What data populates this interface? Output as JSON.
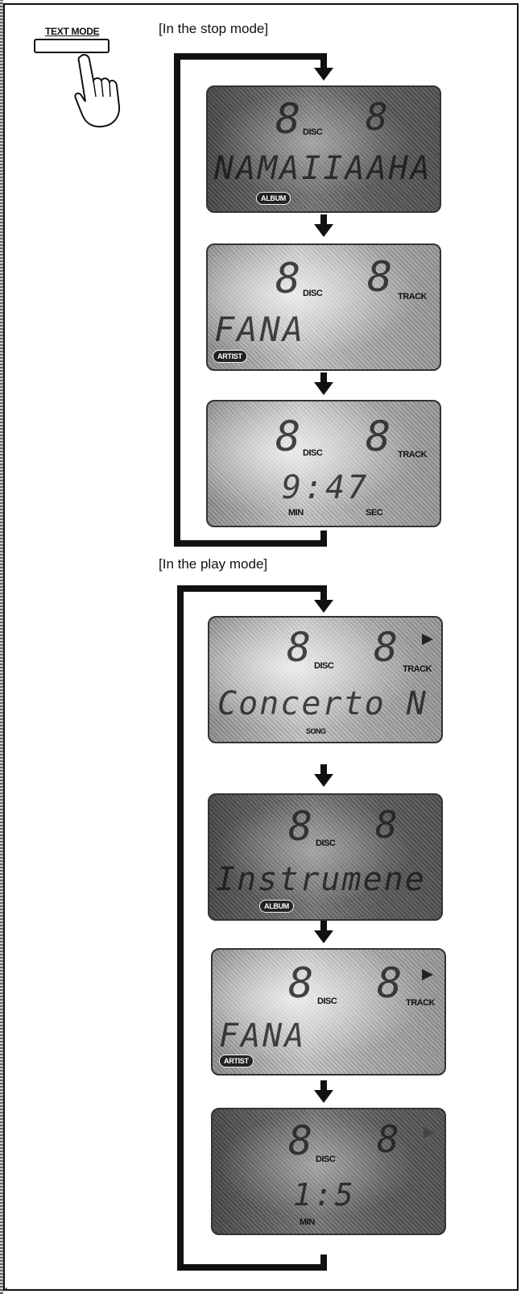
{
  "button": {
    "label": "TEXT MODE"
  },
  "stop_mode": {
    "title": "[In the stop mode]",
    "displays": [
      {
        "disc": "8",
        "disc_label": "DISC",
        "track": "8",
        "track_label": "",
        "main_text": "NAMAIIAAHA",
        "indicator": "ALBUM",
        "min_label": "",
        "sec_label": ""
      },
      {
        "disc": "8",
        "disc_label": "DISC",
        "track": "8",
        "track_label": "TRACK",
        "main_text": "FANA",
        "indicator": "ARTIST",
        "min_label": "",
        "sec_label": ""
      },
      {
        "disc": "8",
        "disc_label": "DISC",
        "track": "8",
        "track_label": "TRACK",
        "main_text": "9:47",
        "indicator": "",
        "min_label": "MIN",
        "sec_label": "SEC"
      }
    ]
  },
  "play_mode": {
    "title": "[In the play mode]",
    "displays": [
      {
        "disc": "8",
        "disc_label": "DISC",
        "track": "8",
        "track_label": "TRACK",
        "main_text": "Concerto N",
        "indicator": "SONG",
        "min_label": "",
        "sec_label": ""
      },
      {
        "disc": "8",
        "disc_label": "DISC",
        "track": "8",
        "track_label": "",
        "main_text": "Instrumene",
        "indicator": "ALBUM",
        "min_label": "",
        "sec_label": ""
      },
      {
        "disc": "8",
        "disc_label": "DISC",
        "track": "8",
        "track_label": "TRACK",
        "main_text": "FANA",
        "indicator": "ARTIST",
        "min_label": "",
        "sec_label": ""
      },
      {
        "disc": "8",
        "disc_label": "DISC",
        "track": "8",
        "track_label": "",
        "main_text": "1:5",
        "indicator": "",
        "min_label": "MIN",
        "sec_label": ""
      }
    ]
  },
  "footer": {
    "mark": ","
  }
}
